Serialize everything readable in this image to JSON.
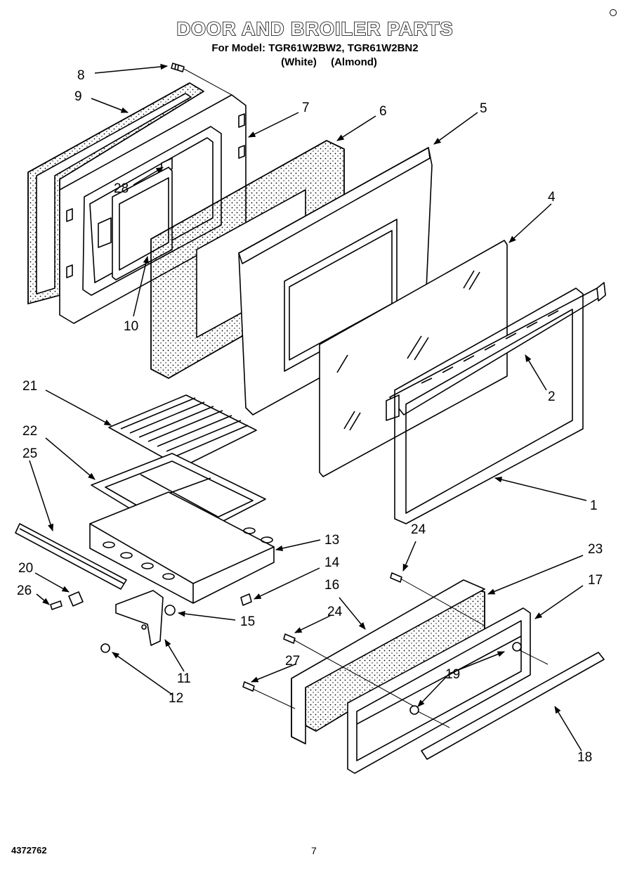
{
  "header": {
    "title": "DOOR AND BROILER PARTS",
    "model_line": "For Model: TGR61W2BW2, TGR61W2BN2",
    "variants": [
      "(White)",
      "(Almond)"
    ]
  },
  "callouts": [
    "8",
    "9",
    "7",
    "6",
    "5",
    "4",
    "28",
    "10",
    "21",
    "2",
    "22",
    "25",
    "1",
    "24",
    "23",
    "13",
    "14",
    "17",
    "20",
    "16",
    "26",
    "15",
    "24",
    "11",
    "19",
    "27",
    "12",
    "18"
  ],
  "footer": {
    "part_number": "4372762",
    "page_number": "7"
  }
}
